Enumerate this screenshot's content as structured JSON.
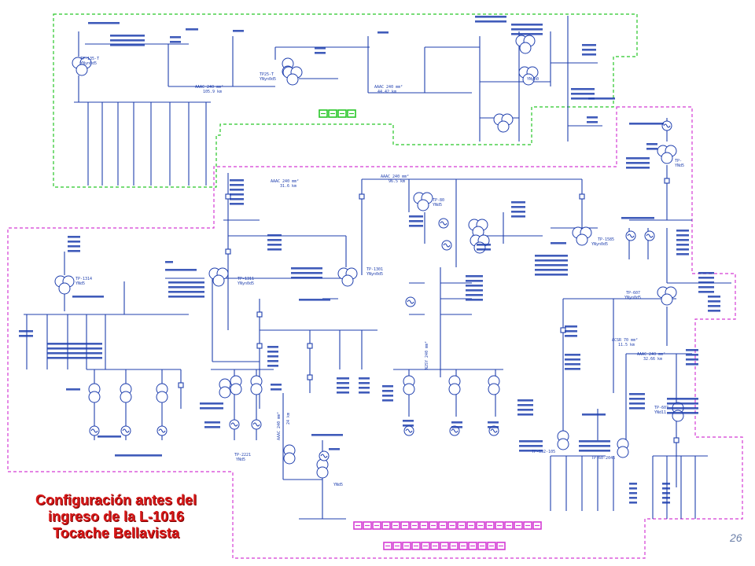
{
  "caption": {
    "line1": "Configuración antes del",
    "line2": "ingreso de la L-1016",
    "line3": "Tocache Bellavista"
  },
  "page_number": "26",
  "colors": {
    "line": "#1f3fae",
    "green_zone": "#27c627",
    "magenta_zone": "#d43bd4",
    "caption": "#d81818"
  },
  "labels": {
    "tr_left_top": "TP-135-T",
    "tr_left_top_group": "YNyn0d5",
    "conductor_top_left": "AAAC 240 mm²",
    "length_top_left": "105.9 km",
    "tr_top_mid": "TP25-T",
    "tr_top_mid_group": "YNyn0d5",
    "conductor_top_mid": "AAAC 240 mm²",
    "length_top_mid": "44.42 km",
    "tr_top_right": "YNyn0",
    "conductor_mid_a": "AAAC 240 mm²",
    "length_mid_a": "31.6 km",
    "conductor_mid_b": "AAAC 240 mm²",
    "length_mid_b": "96.5 km",
    "tr_center": "TP-80",
    "tr_center_group": "YNd5",
    "tr_east": "TP-1585",
    "tr_east_group": "YNyn0d5",
    "tr_left_mid": "TP-1314",
    "tr_left_mid_group": "YNd5",
    "tr_mid_1311": "TP-1311",
    "tr_mid_1311_group": "YNyn0d5",
    "tr_mid_1301": "TP-1301",
    "tr_mid_1301_group": "YNyn0d5",
    "conductor_vertical": "N2SY 240 mm²",
    "tr_right_top": "TP-",
    "tr_right_top_group": "YNd5",
    "tr_right_mid": "TP-607",
    "tr_right_mid_group": "YNyn0d5",
    "conductor_right_mid": "ACSR 70 mm²",
    "length_right_mid": "11.5 km",
    "conductor_right_low": "AAAC 240 mm²",
    "length_right_low": "32.66 km",
    "tr_bottom_right_a": "TP-692-105",
    "tr_bottom_right_b": "TP-60-2045",
    "tr_lower_left": "TP-2221",
    "tr_lower_left_group": "YNd5",
    "conductor_lower": "AAAC 240 mm²",
    "length_lower": "24 km",
    "tr_lower_center": "YNd5",
    "tr_lower_right": "TP-607",
    "tr_lower_right_group": "YNd11"
  }
}
